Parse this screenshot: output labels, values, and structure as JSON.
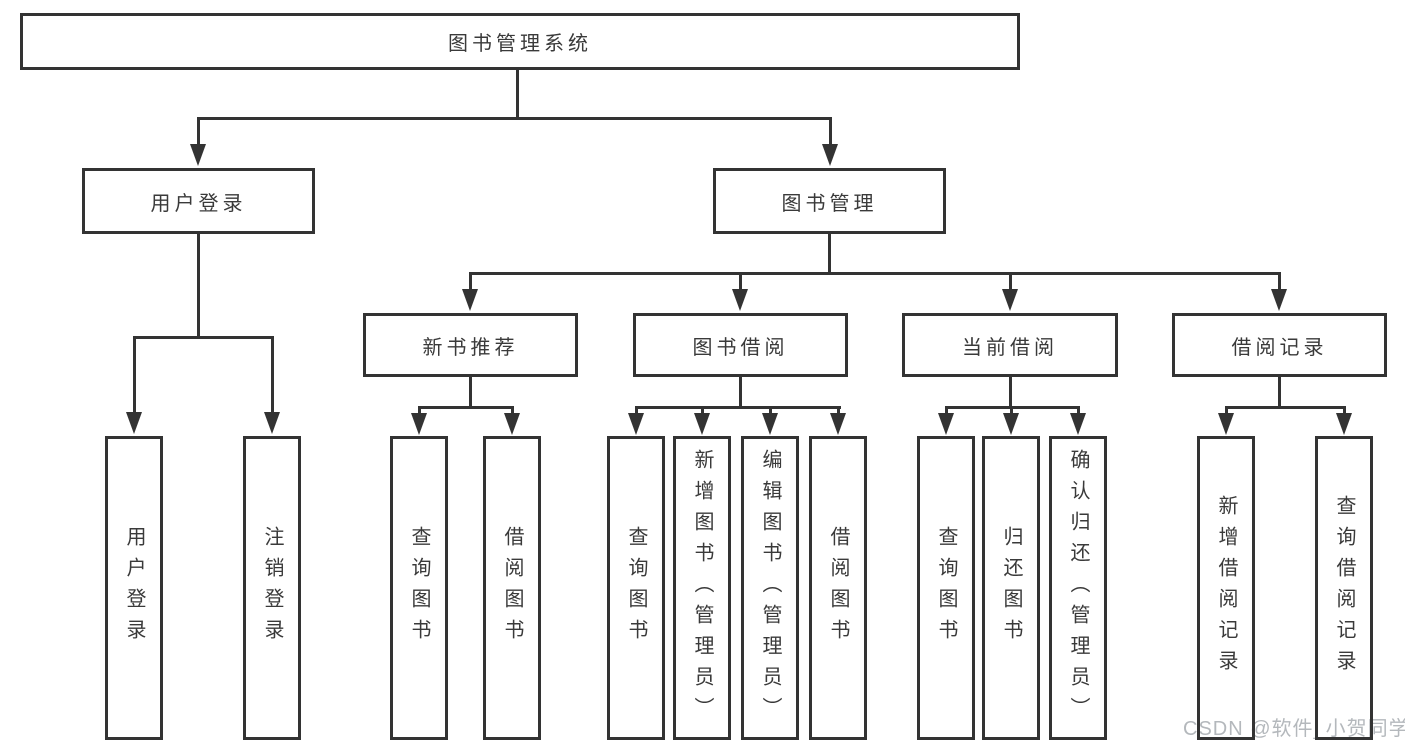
{
  "diagram": {
    "root": {
      "label": "图书管理系统"
    },
    "branches": [
      {
        "label": "用户登录",
        "children": [
          {
            "label": "用户登录"
          },
          {
            "label": "注销登录"
          }
        ]
      },
      {
        "label": "图书管理",
        "children": [
          {
            "label": "新书推荐",
            "children": [
              {
                "label": "查询图书"
              },
              {
                "label": "借阅图书"
              }
            ]
          },
          {
            "label": "图书借阅",
            "children": [
              {
                "label": "查询图书"
              },
              {
                "label": "新增图书（管理员）"
              },
              {
                "label": "编辑图书（管理员）"
              },
              {
                "label": "借阅图书"
              }
            ]
          },
          {
            "label": "当前借阅",
            "children": [
              {
                "label": "查询图书"
              },
              {
                "label": "归还图书"
              },
              {
                "label": "确认归还（管理员）"
              }
            ]
          },
          {
            "label": "借阅记录",
            "children": [
              {
                "label": "新增借阅记录"
              },
              {
                "label": "查询借阅记录"
              }
            ]
          }
        ]
      }
    ]
  },
  "watermark": {
    "text": "CSDN @软件_小贺同学"
  },
  "colors": {
    "line": "#333333",
    "text": "#3a3a3a",
    "background": "#ffffff",
    "watermark": "#b4b8bc"
  }
}
